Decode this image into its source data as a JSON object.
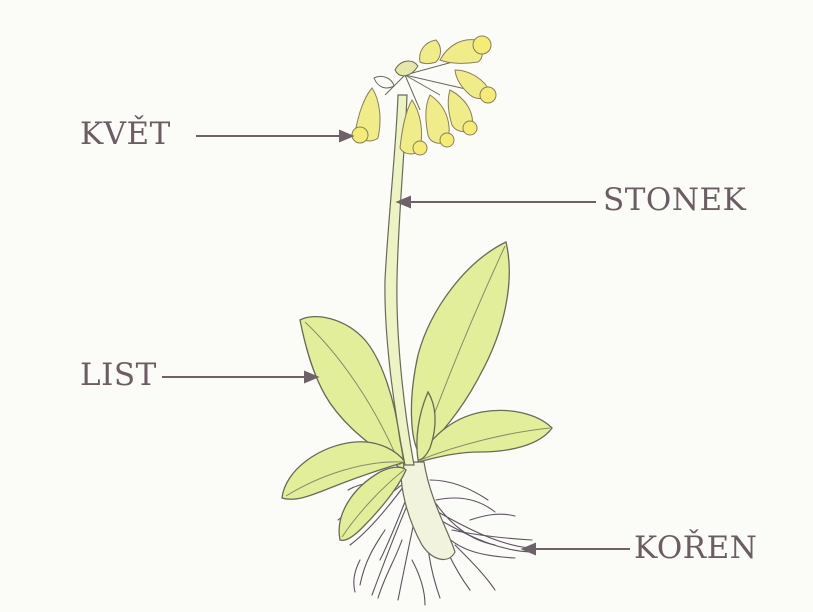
{
  "labels": {
    "flower": "KVĚT",
    "stem": "STONEK",
    "leaf": "LIST",
    "root": "KOŘEN"
  },
  "colors": {
    "label_text": "#6b5d63",
    "pointer_line": "#6e6268",
    "flower_fill": "#f1ec8a",
    "leaf_fill": "#e3ee9a",
    "leaf_outline": "#6a6a58",
    "stem_fill": "#eef3c4",
    "root_line": "#5e5360",
    "background": "#fbfbf7"
  }
}
